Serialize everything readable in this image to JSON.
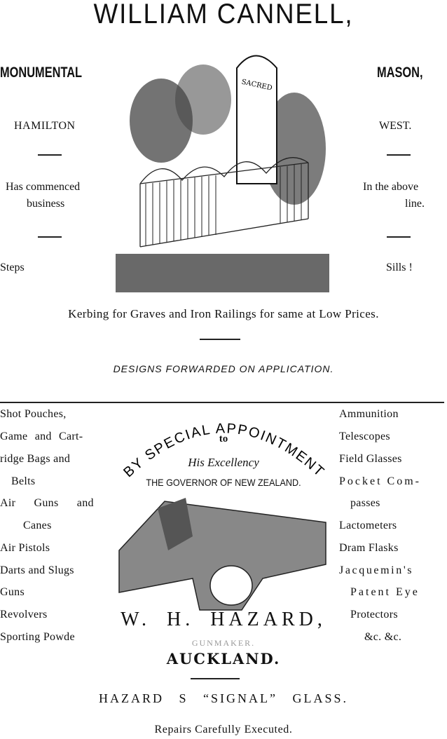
{
  "cannell": {
    "title": "WILLIAM CANNELL,",
    "left_heading": "MONUMENTAL",
    "right_heading": "MASON,",
    "left_place": "HAMILTON",
    "right_place": "WEST.",
    "left_text_1": "Has commenced",
    "left_text_2": "business",
    "right_text_1": "In the above",
    "right_text_2": "line.",
    "left_bottom": "Steps",
    "right_bottom": "Sills !",
    "tablet_text": "SACRED",
    "kerbing": "Kerbing for Graves and Iron Railings for same at Low Prices.",
    "designs": "DESIGNS FORWARDED ON APPLICATION."
  },
  "hazard": {
    "left_items": [
      "Shot Pouches,",
      "Game and Cart-",
      "ridge Bags and",
      "Belts",
      "Air Guns and",
      "Canes",
      "Air Pistols",
      "Darts and Slugs",
      "Guns",
      "Revolvers",
      "Sporting Powde"
    ],
    "right_items": [
      "Ammunition",
      "Telescopes",
      "Field Glasses",
      "Pocket Com-",
      "passes",
      "Lactometers",
      "Dram Flasks",
      "Jacquemin's",
      "Patent Eye",
      "Protectors",
      "&c. &c."
    ],
    "appointment": "BY SPECIAL APPOINTMENT",
    "to": "to",
    "excellency": "His Excellency",
    "governor": "THE GOVERNOR OF NEW ZEALAND.",
    "name": "W. H. HAZARD,",
    "trade": "GUNMAKER.",
    "city": "AUCKLAND.",
    "signal": "HAZARD S “SIGNAL” GLASS.",
    "repairs": "Repairs Carefully Executed."
  }
}
